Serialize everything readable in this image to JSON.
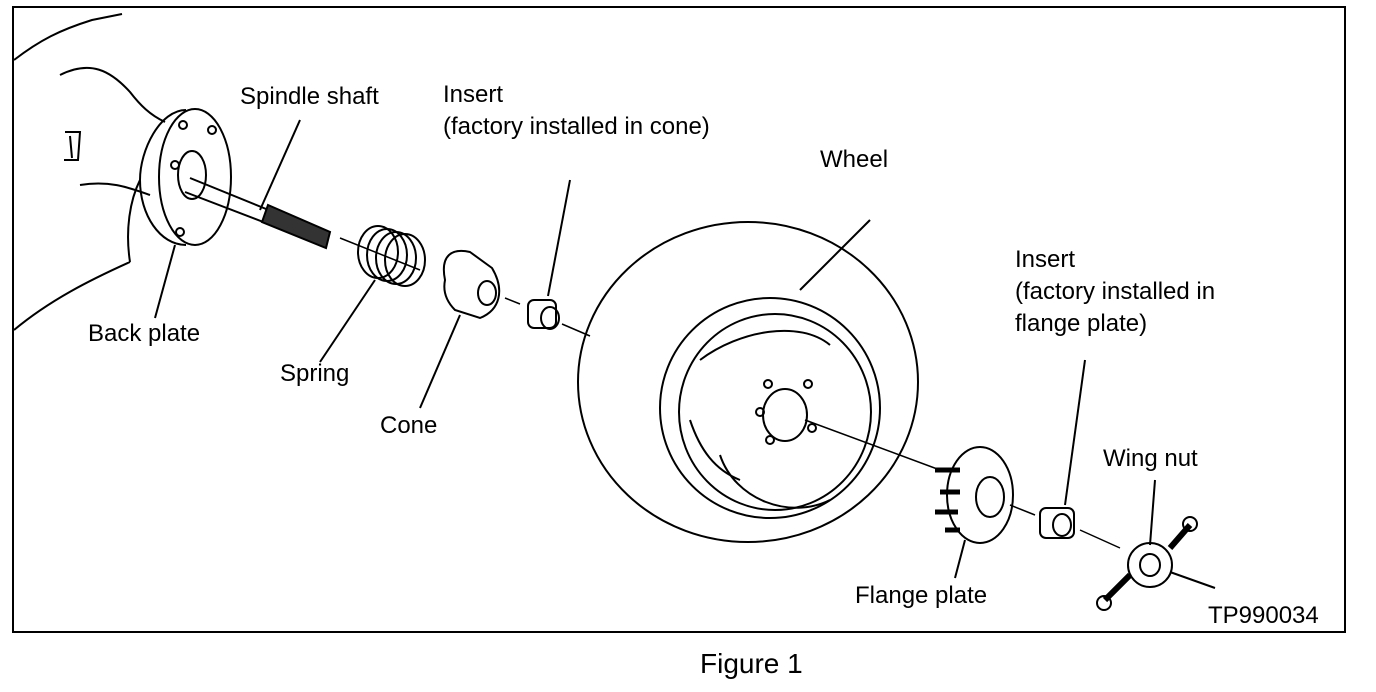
{
  "labels": {
    "spindle_shaft": "Spindle shaft",
    "insert_cone_title": "Insert",
    "insert_cone_note": "(factory installed in cone)",
    "wheel": "Wheel",
    "insert_flange_title": "Insert",
    "insert_flange_note_1": "(factory installed in",
    "insert_flange_note_2": "flange plate)",
    "back_plate": "Back plate",
    "spring": "Spring",
    "cone": "Cone",
    "wing_nut": "Wing nut",
    "flange_plate": "Flange plate",
    "part_number": "TP990034"
  },
  "caption": "Figure 1"
}
